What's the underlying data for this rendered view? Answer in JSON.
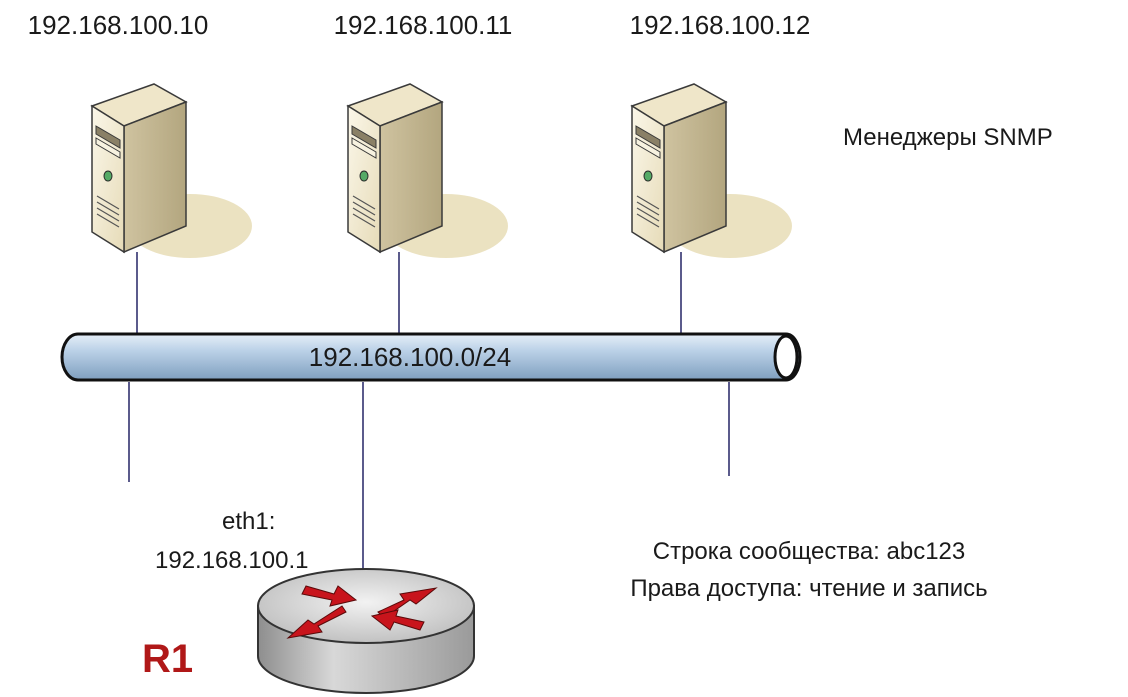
{
  "servers": [
    {
      "ip": "192.168.100.10"
    },
    {
      "ip": "192.168.100.11"
    },
    {
      "ip": "192.168.100.12"
    }
  ],
  "managers_label": "Менеджеры SNMP",
  "network": {
    "subnet": "192.168.100.0/24"
  },
  "router": {
    "name": "R1",
    "interface_label": "eth1:",
    "interface_ip": "192.168.100.1"
  },
  "snmp": {
    "community_line": "Строка сообщества: abc123",
    "access_line": "Права доступа: чтение и запись"
  },
  "colors": {
    "bus_fill": "#b6cde4",
    "router_label": "#b01818",
    "router_arrows": "#c8141c",
    "server_body": "#f2ead2",
    "link_line": "#5b5b8c"
  }
}
